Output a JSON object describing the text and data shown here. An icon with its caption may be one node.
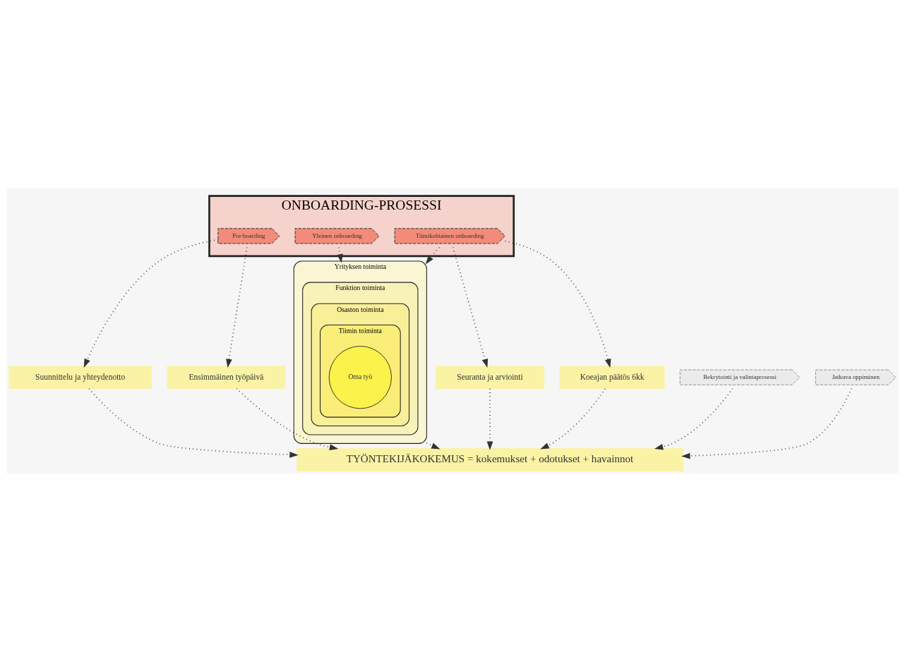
{
  "diagram": {
    "nodes": [
      {
        "text": [
          "ONBOARDING-PROSESSI"
        ]
      },
      {
        "text": [
          "Rekrytointi ja valintaprosessi"
        ]
      },
      {
        "text": [
          "Pre-boarding"
        ],
        "in": 0
      },
      {
        "text": [
          "Yleinen onboarding"
        ],
        "in": 0
      },
      {
        "text": [
          "Tiimikohtainen onboarding"
        ],
        "in": 0
      },
      {
        "text": [
          "Jatkuva oppiminen"
        ]
      },
      {
        "text": [
          "Suunnittelu ja yhteydenotto"
        ]
      },
      {
        "text": [
          "Ensimmäinen työpäivä"
        ]
      },
      {
        "text": [
          "Seuranta ja arviointi"
        ]
      },
      {
        "text": [
          "Koeajan päätös 6kk"
        ]
      },
      {
        "text": [
          "Yrityksen toiminta"
        ]
      },
      {
        "text": [
          "Funktion toiminta"
        ],
        "in": 10
      },
      {
        "text": [
          "Osaston toiminta"
        ],
        "in": 11
      },
      {
        "text": [
          "Tiimin toiminta"
        ],
        "in": 12
      },
      {
        "text": [
          "Oma työ"
        ],
        "in": 13
      },
      {
        "text": [
          "TYÖNTEKIJÄKOKEMUS = kokemukset + odotukset + havainnot"
        ]
      }
    ],
    "edges": [
      {
        "from": 1,
        "to": 15,
        "arrow": "to"
      },
      {
        "from": 2,
        "to": 6,
        "arrow": "to"
      },
      {
        "from": 2,
        "to": 7,
        "arrow": "to"
      },
      {
        "from": 3,
        "to": 10,
        "arrow": "to"
      },
      {
        "from": 4,
        "to": 10,
        "arrow": "to"
      },
      {
        "from": 4,
        "to": 8,
        "arrow": "to"
      },
      {
        "from": 4,
        "to": 9,
        "arrow": "to"
      },
      {
        "from": 5,
        "to": 15,
        "arrow": "to"
      },
      {
        "from": 6,
        "to": 15,
        "arrow": "to"
      },
      {
        "from": 7,
        "to": 15,
        "arrow": "to"
      },
      {
        "from": 10,
        "to": 15,
        "arrow": "to"
      },
      {
        "from": 8,
        "to": 15,
        "arrow": "to"
      },
      {
        "from": 9,
        "to": 15,
        "arrow": "to"
      }
    ]
  }
}
